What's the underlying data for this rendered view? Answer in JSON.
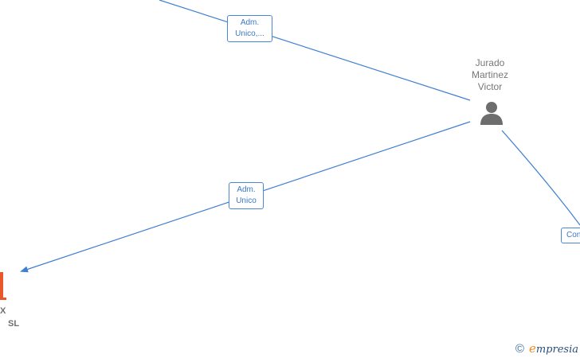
{
  "person": {
    "name_lines": [
      "Jurado",
      "Martinez",
      "Victor"
    ],
    "icon": "person-icon"
  },
  "company": {
    "name_lines": [
      "X",
      "SL"
    ],
    "icon": "company-building-icon",
    "accent_color": "#e8582a"
  },
  "edges": [
    {
      "label_lines": [
        "Adm.",
        "Unico,..."
      ]
    },
    {
      "label_lines": [
        "Adm.",
        "Unico"
      ]
    },
    {
      "label_lines": [
        "Con"
      ]
    }
  ],
  "colors": {
    "edge": "#3f7fd3",
    "label_text": "#3b78c9",
    "node_text": "#777777"
  },
  "footer": {
    "copyright_symbol": "©",
    "brand_initial": "e",
    "brand_rest": "mpresia"
  }
}
